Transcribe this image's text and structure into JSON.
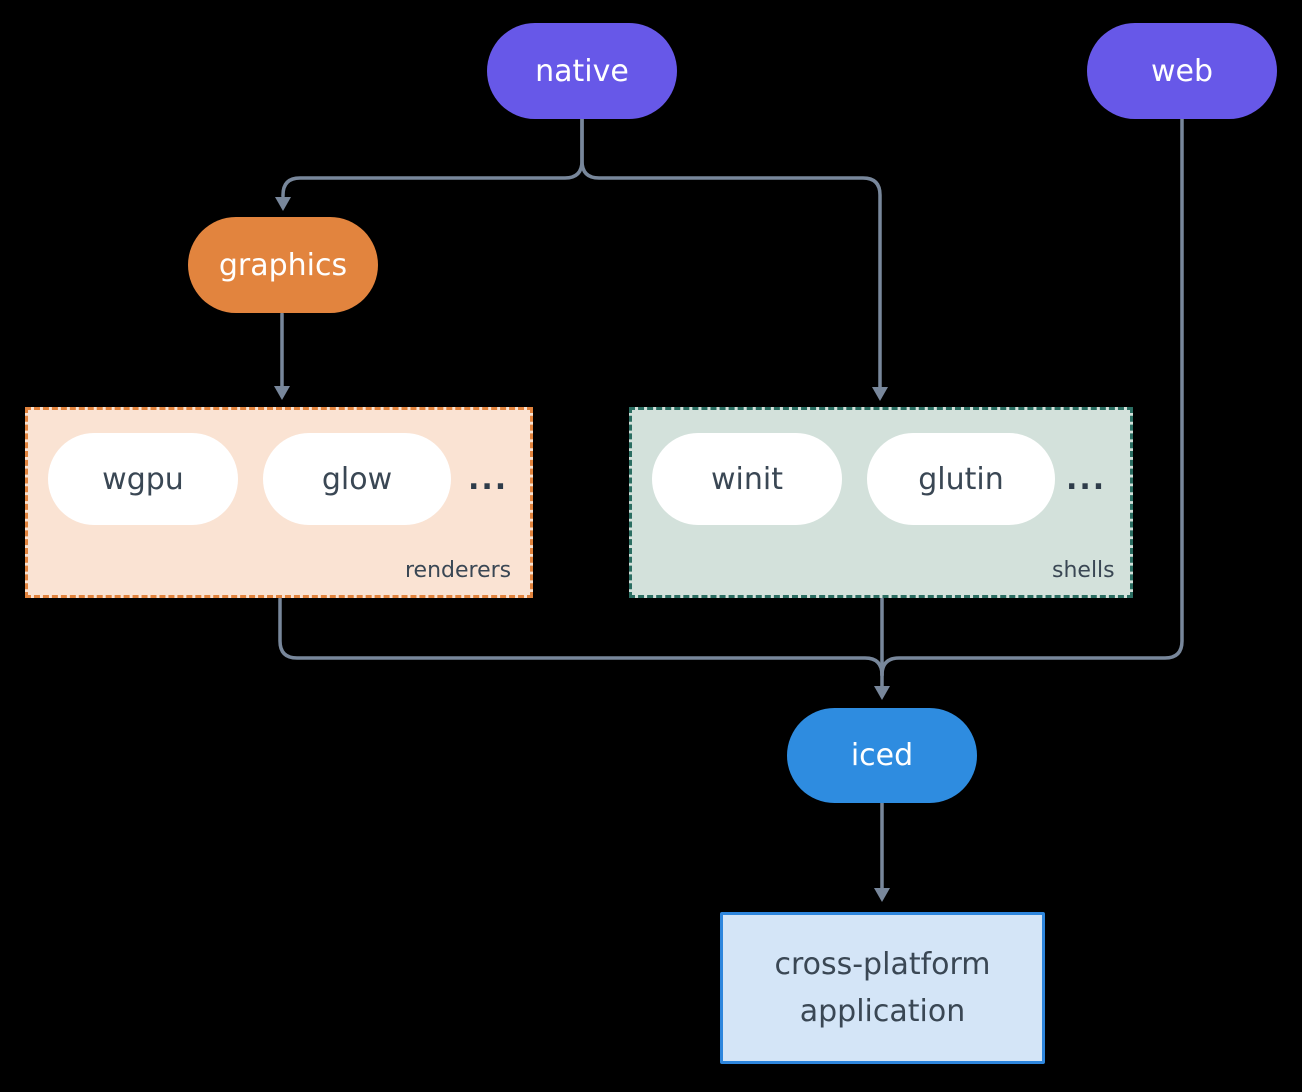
{
  "diagram": {
    "background_color": "#000000",
    "connector_color": "#78879b",
    "nodes": {
      "native": {
        "label": "native",
        "color": "#6758e8",
        "text_color": "#ffffff"
      },
      "web": {
        "label": "web",
        "color": "#6758e8",
        "text_color": "#ffffff"
      },
      "graphics": {
        "label": "graphics",
        "color": "#e2843e",
        "text_color": "#ffffff"
      },
      "wgpu": {
        "label": "wgpu",
        "color": "#ffffff",
        "text_color": "#3a4754"
      },
      "glow": {
        "label": "glow",
        "color": "#ffffff",
        "text_color": "#3a4754"
      },
      "winit": {
        "label": "winit",
        "color": "#ffffff",
        "text_color": "#3a4754"
      },
      "glutin": {
        "label": "glutin",
        "color": "#ffffff",
        "text_color": "#3a4754"
      },
      "iced": {
        "label": "iced",
        "color": "#2e8ce0",
        "text_color": "#ffffff"
      },
      "application": {
        "label_line1": "cross-platform",
        "label_line2": "application",
        "fill": "#d4e5f7",
        "border": "#2e86dd",
        "text_color": "#3a4754"
      }
    },
    "groups": {
      "renderers": {
        "label": "renderers",
        "ellipsis": "...",
        "fill": "#fae3d3",
        "border": "#e2843e"
      },
      "shells": {
        "label": "shells",
        "ellipsis": "...",
        "fill": "#d3e1db",
        "border": "#2b6e62"
      }
    },
    "edges": [
      {
        "from": "native",
        "to": "graphics"
      },
      {
        "from": "native",
        "to": "shells"
      },
      {
        "from": "graphics",
        "to": "renderers"
      },
      {
        "from": "renderers",
        "to": "iced"
      },
      {
        "from": "shells",
        "to": "iced"
      },
      {
        "from": "web",
        "to": "iced"
      },
      {
        "from": "iced",
        "to": "application"
      }
    ]
  }
}
